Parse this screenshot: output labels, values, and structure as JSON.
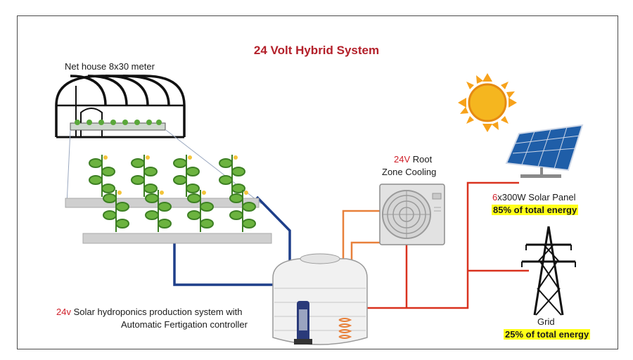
{
  "title": "24 Volt Hybrid System",
  "net_house": {
    "label": "Net house 8x30 meter"
  },
  "cooling": {
    "voltage": "24V",
    "line1_rest": " Root",
    "line2": "Zone Cooling"
  },
  "solar_panel": {
    "prefix": "6",
    "rest": "x300W Solar Panel",
    "share": "85% of total energy"
  },
  "grid": {
    "label": "Grid",
    "share": "25% of total energy"
  },
  "hydroponics": {
    "voltage": "24v",
    "line1_rest": " Solar hydroponics production system with",
    "line2": "Automatic Fertigation controller"
  },
  "colors": {
    "title": "#b3202a",
    "power_line": "#d9321f",
    "water_line": "#1e3f8a",
    "cooling_line": "#e8803a",
    "highlight": "#ffff1a"
  }
}
